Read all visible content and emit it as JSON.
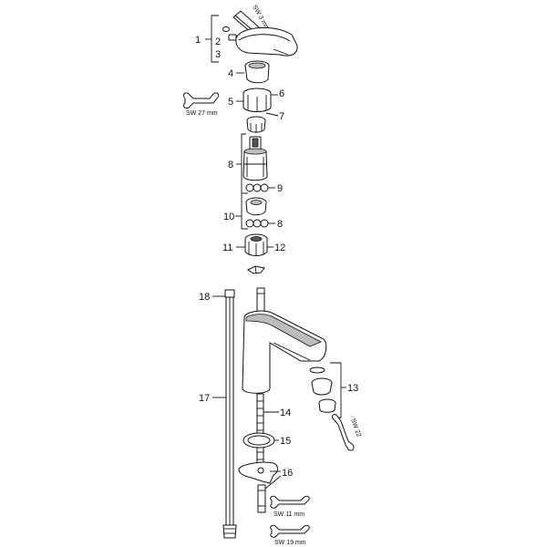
{
  "callouts": {
    "c1": "1",
    "c2": "2",
    "c3": "3",
    "c4": "4",
    "c5": "5",
    "c6": "6",
    "c7": "7",
    "c8": "8",
    "c9": "9",
    "c10": "10",
    "c8b": "8",
    "c11": "11",
    "c12": "12",
    "c13": "13",
    "c14": "14",
    "c15": "15",
    "c16": "16",
    "c17": "17",
    "c18": "18"
  },
  "tools": {
    "hex_key": "SW 3 mm",
    "wrench_27": "SW 27 mm",
    "wrench_22": "SW 22",
    "wrench_11": "SW 11 mm",
    "wrench_19": "SW 19 mm"
  }
}
